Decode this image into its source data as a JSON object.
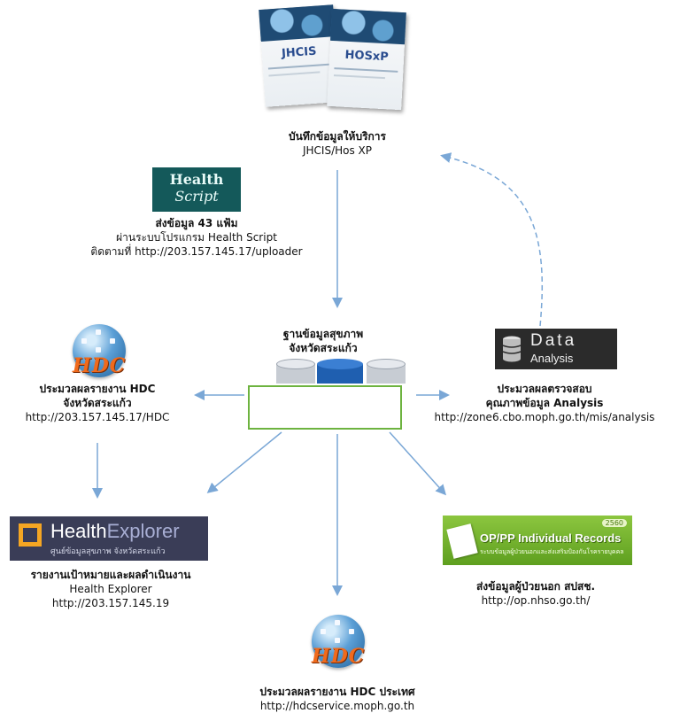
{
  "top": {
    "book1_title": "JHCIS",
    "book2_title": "HOSxP",
    "label_th": "บันทึกข้อมูลให้บริการ",
    "label_en": "JHCIS/Hos XP"
  },
  "health_script": {
    "logo_line1": "Health",
    "logo_line2": "Script",
    "line1": "ส่งข้อมูล 43 แฟ้ม",
    "line2": "ผ่านระบบโปรแกรม Health Script",
    "line3": "ติดตามที่ http://203.157.145.17/uploader"
  },
  "database": {
    "line1": "ฐานข้อมูลสุขภาพ",
    "line2": "จังหวัดสระแก้ว"
  },
  "hdc_left": {
    "icon_word": "HDC",
    "line1": "ประมวลผลรายงาน HDC",
    "line2": "จังหวัดสระแก้ว",
    "line3": "http://203.157.145.17/HDC"
  },
  "data_analysis": {
    "logo_line1": "Data",
    "logo_line2": "Analysis",
    "line1": "ประมวลผลตรวจสอบ",
    "line2": "คุณภาพข้อมูล Analysis",
    "line3": "http://zone6.cbo.moph.go.th/mis/analysis"
  },
  "health_explorer": {
    "logo_part1": "Health",
    "logo_part2": "Explorer",
    "logo_sub": "ศูนย์ข้อมูลสุขภาพ จังหวัดสระแก้ว",
    "line1": "รายงานเป้าหมายและผลดำเนินงาน",
    "line2": "Health Explorer",
    "line3": "http://203.157.145.19"
  },
  "op_pp": {
    "badge": "2560",
    "logo_title": "OP/PP Individual Records",
    "logo_sub": "ระบบข้อมูลผู้ป่วยนอกและส่งเสริมป้องกันโรครายบุคคล",
    "line1": "ส่งข้อมูลผู้ป่วยนอก สปสช.",
    "line2": "http://op.nhso.go.th/"
  },
  "hdc_bottom": {
    "icon_word": "HDC",
    "line1": "ประมวลผลรายงาน HDC ประเทศ",
    "line2": "http://hdcservice.moph.go.th"
  },
  "colors": {
    "arrow": "#7aa7d6",
    "db_box_border": "#6db33f",
    "hdc_orange": "#f06a1c"
  }
}
